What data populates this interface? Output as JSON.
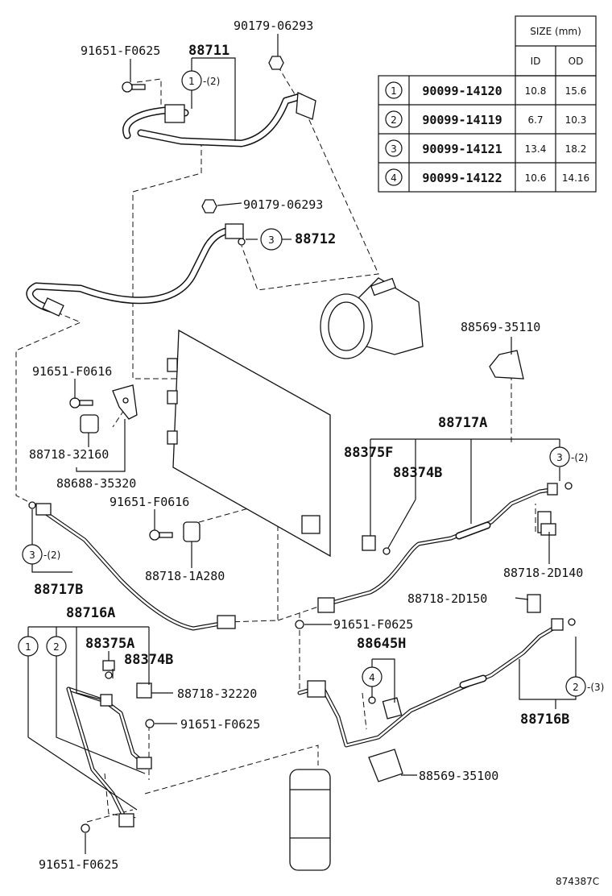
{
  "diagram_code": "874387C",
  "size_table": {
    "header": "SIZE (mm)",
    "col_id": "ID",
    "col_od": "OD",
    "rows": [
      {
        "ref": "1",
        "part": "90099-14120",
        "id": "10.8",
        "od": "15.6"
      },
      {
        "ref": "2",
        "part": "90099-14119",
        "id": "6.7",
        "od": "10.3"
      },
      {
        "ref": "3",
        "part": "90099-14121",
        "id": "13.4",
        "od": "18.2"
      },
      {
        "ref": "4",
        "part": "90099-14122",
        "id": "10.6",
        "od": "14.16"
      }
    ]
  },
  "labels": {
    "p91651_top": "91651-F0625",
    "p88711": "88711",
    "p90179_top": "90179-06293",
    "p90179_mid": "90179-06293",
    "p88712": "88712",
    "p91651_f0616_a": "91651-F0616",
    "p88718_32160": "88718-32160",
    "p88688_35320": "88688-35320",
    "p91651_f0616_b": "91651-F0616",
    "p88718_1a280": "88718-1A280",
    "p88717b": "88717B",
    "p88716a": "88716A",
    "p88375a": "88375A",
    "p88374b_left": "88374B",
    "p88718_32220": "88718-32220",
    "p91651_left_mid": "91651-F0625",
    "p91651_bottom": "91651-F0625",
    "p88569_35110": "88569-35110",
    "p88717a": "88717A",
    "p88375f": "88375F",
    "p88374b_right": "88374B",
    "p88718_2d140": "88718-2D140",
    "p88718_2d150": "88718-2D150",
    "p91651_center": "91651-F0625",
    "p88645h": "88645H",
    "p88716b": "88716B",
    "p88569_35100": "88569-35100"
  },
  "callouts": {
    "c1_top": "1",
    "c1_top_qty": "-(2)",
    "c3_88712": "3",
    "c3_88717a": "3",
    "c3_88717a_qty": "-(2)",
    "c3_88717b": "3",
    "c3_88717b_qty": "-(2)",
    "c1_88716a": "1",
    "c2_88716a": "2",
    "c4_88645h": "4",
    "c2_88716b": "2",
    "c2_88716b_qty": "-(3)"
  }
}
